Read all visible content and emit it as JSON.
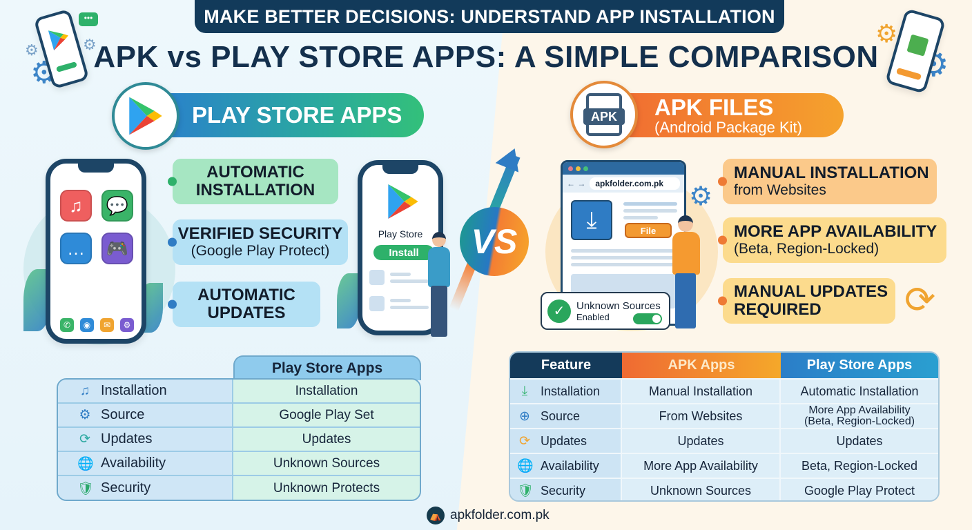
{
  "header": {
    "banner": "MAKE BETTER DECISIONS: UNDERSTAND APP INSTALLATION",
    "title": "APK vs PLAY STORE APPS: A SIMPLE COMPARISON"
  },
  "colors": {
    "banner_bg": "#123a5a",
    "play_accent": "#2aa8a0",
    "apk_accent": "#f06a32",
    "left_bg": "#eaf5fb",
    "right_bg": "#fdf6ea"
  },
  "play_section": {
    "pill_label": "PLAY STORE APPS",
    "icon": "play-store-logo",
    "features": [
      {
        "line1": "AUTOMATIC",
        "line1b": "INSTALLATION",
        "sub": ""
      },
      {
        "line1": "VERIFIED SECURITY",
        "sub": "(Google Play Protect)"
      },
      {
        "line1": "AUTOMATIC",
        "line1b": "UPDATES",
        "sub": ""
      }
    ],
    "phone_screen": {
      "app_label": "Play Store",
      "install_button": "Install"
    }
  },
  "vs_label": "VS",
  "apk_section": {
    "pill_label": "APK FILES",
    "pill_sub": "(Android Package Kit)",
    "icon_label": "APK",
    "features": [
      {
        "line1": "MANUAL INSTALLATION",
        "sub": "from Websites"
      },
      {
        "line1": "MORE APP AVAILABILITY",
        "sub": "(Beta, Region-Locked)"
      },
      {
        "line1": "MANUAL UPDATES",
        "line1b": "REQUIRED",
        "sub": ""
      }
    ],
    "browser": {
      "url": "apkfolder.com.pk",
      "file_button": "File"
    },
    "unknown_sources": {
      "title": "Unknown Sources",
      "status": "Enabled"
    }
  },
  "left_table": {
    "header": "Play Store Apps",
    "rows": [
      {
        "icon": "music-note-icon",
        "feature": "Installation",
        "value": "Installation"
      },
      {
        "icon": "gear-icon",
        "feature": "Source",
        "value": "Google Play Set"
      },
      {
        "icon": "refresh-icon",
        "feature": "Updates",
        "value": "Updates"
      },
      {
        "icon": "globe-icon",
        "feature": "Availability",
        "value": "Unknown Sources"
      },
      {
        "icon": "shield-check-icon",
        "feature": "Security",
        "value": "Unknown Protects"
      }
    ]
  },
  "right_table": {
    "headers": [
      "Feature",
      "APK Apps",
      "Play Store Apps"
    ],
    "rows": [
      {
        "icon": "download-icon",
        "feature": "Installation",
        "apk": "Manual Installation",
        "play": "Automatic Installation",
        "play2": ""
      },
      {
        "icon": "source-icon",
        "feature": "Source",
        "apk": "From Websites",
        "play": "More App Availability",
        "play2": "(Beta, Region-Locked)"
      },
      {
        "icon": "refresh-icon",
        "feature": "Updates",
        "apk": "Updates",
        "play": "Updates",
        "play2": ""
      },
      {
        "icon": "globe-icon",
        "feature": "Availability",
        "apk": "More App Availability",
        "play": "Beta, Region-Locked",
        "play2": ""
      },
      {
        "icon": "shield-check-icon",
        "feature": "Security",
        "apk": "Unknown Sources",
        "play": "Google Play Protect",
        "play2": ""
      }
    ]
  },
  "footer": {
    "site": "apkfolder.com.pk"
  }
}
